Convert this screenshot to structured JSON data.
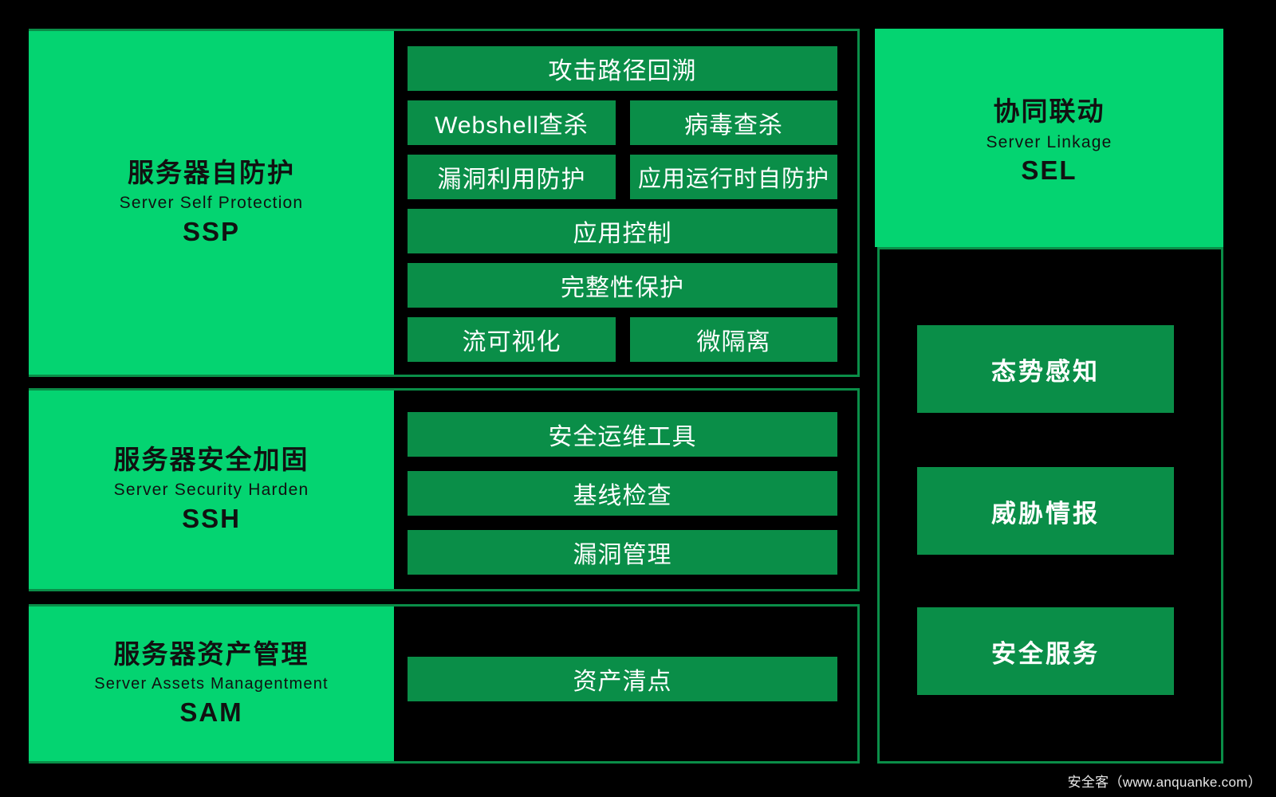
{
  "diagram": {
    "title": "Server Security Capability Architecture",
    "colors": {
      "background": "#000000",
      "panel_green": "#04d471",
      "chip_green": "#0a8e48",
      "chip_text": "#ffffff",
      "panel_text": "#111111"
    }
  },
  "layers": [
    {
      "id": "ssp",
      "cn": "服务器自防护",
      "en": "Server Self Protection",
      "abbr": "SSP",
      "capabilities": [
        "攻击路径回溯",
        "Webshell查杀",
        "病毒查杀",
        "漏洞利用防护",
        "应用运行时自防护",
        "应用控制",
        "完整性保护",
        "流可视化",
        "微隔离"
      ]
    },
    {
      "id": "ssh",
      "cn": "服务器安全加固",
      "en": "Server Security Harden",
      "abbr": "SSH",
      "capabilities": [
        "安全运维工具",
        "基线检查",
        "漏洞管理"
      ]
    },
    {
      "id": "sam",
      "cn": "服务器资产管理",
      "en": "Server Assets Managentment",
      "abbr": "SAM",
      "capabilities": [
        "资产清点"
      ]
    }
  ],
  "linkage": {
    "cn": "协同联动",
    "en": "Server Linkage",
    "abbr": "SEL",
    "capabilities": [
      "态势感知",
      "威胁情报",
      "安全服务"
    ]
  },
  "watermark": {
    "text": "安全客（www.anquanke.com）"
  }
}
